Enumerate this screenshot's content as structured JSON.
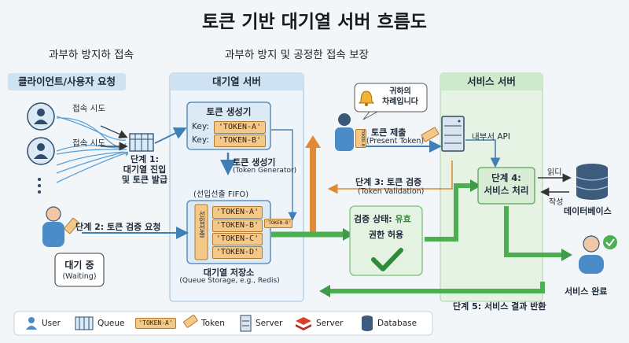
{
  "title": "토큰 기반 대기열 서버 흐름도",
  "subtitle_left": "과부하 방지하 접속",
  "subtitle_right": "과부하 방지 및 공정한 접속 보장",
  "lanes": {
    "client": "클라이언트/사용자 요청",
    "queue": "대기열 서버",
    "service": "서비스 서버"
  },
  "client": {
    "access1": "접속 시도",
    "access2": "접속 시도",
    "step1": "단계 1:\n대기열 진입\n및 토큰 발급",
    "step2": "단계 2: 토큰 검증 요청",
    "waiting_title": "대기 중",
    "waiting_sub": "(Waiting)"
  },
  "queue": {
    "gen_title": "토큰 생성기",
    "key_label": "Key:",
    "key_a": "'TOKEN-A'",
    "key_b": "'TOKEN-B'",
    "gen_label": "토큰 생성기",
    "gen_label_en": "(Token Generator)",
    "fifo": "(선입선출 FIFO)",
    "stack_label": "선입선출",
    "tokens": [
      "'TOKEN-A'",
      "'TOKEN-B'",
      "'TOKEN-C'",
      "'TOKEN-D'"
    ],
    "mini_token": "'TOKEN-B'",
    "storage_title": "대기열 저장소",
    "storage_sub": "(Queue Storage, e.g., Redis)"
  },
  "notify": {
    "text": "귀하의\n차례입니다"
  },
  "submit": {
    "title": "토큰 제출",
    "sub": "(Present Token)",
    "mini_token": "TOKEN-B"
  },
  "validation": {
    "title": "단계 3: 토큰 검증",
    "sub": "(Token Validation)"
  },
  "status": {
    "label": "검증 상태: ",
    "value": "유효",
    "sub": "권한 허용"
  },
  "service": {
    "internal_api": "내부서 API",
    "step4": "단계 4:\n서비스 처리",
    "read": "읽디",
    "write": "작성",
    "db": "데이터베이스",
    "done": "서비스 완료",
    "step5": "단계 5: 서비스 결과 반환"
  },
  "legend": {
    "user": "User",
    "queue": "Queue",
    "token_sample": "'TOKEN-A'",
    "token": "Token",
    "server": "Server",
    "server2": "Server",
    "database": "Database"
  },
  "colors": {
    "blue_lane": "#cfe2f1",
    "green_lane": "#d3ead3",
    "token": "#f3c98a",
    "green": "#4caf50",
    "blue_arrow": "#4a90c8",
    "orange": "#e8973f"
  }
}
